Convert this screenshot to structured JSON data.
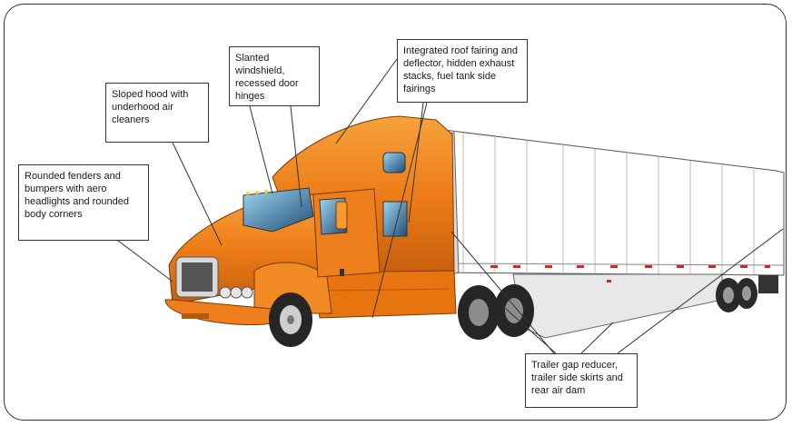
{
  "figure": {
    "subject": "tractor-trailer truck with aerodynamic features",
    "colors": {
      "cab": "#f07d1a",
      "cab_dark": "#b8560b",
      "trailer": "#ffffff",
      "tire": "#2a2a2a",
      "outline": "#333333"
    }
  },
  "callouts": [
    {
      "id": "fenders",
      "text": "Rounded fenders and bumpers with aero headlights and rounded body corners"
    },
    {
      "id": "hood",
      "text": "Sloped hood with underhood air cleaners"
    },
    {
      "id": "windshield",
      "text": "Slanted windshield, recessed door hinges"
    },
    {
      "id": "roof",
      "text": "Integrated roof fairing and deflector, hidden exhaust stacks, fuel tank side fairings"
    },
    {
      "id": "trailer",
      "text": "Trailer gap reducer, trailer side skirts and rear air dam"
    }
  ]
}
